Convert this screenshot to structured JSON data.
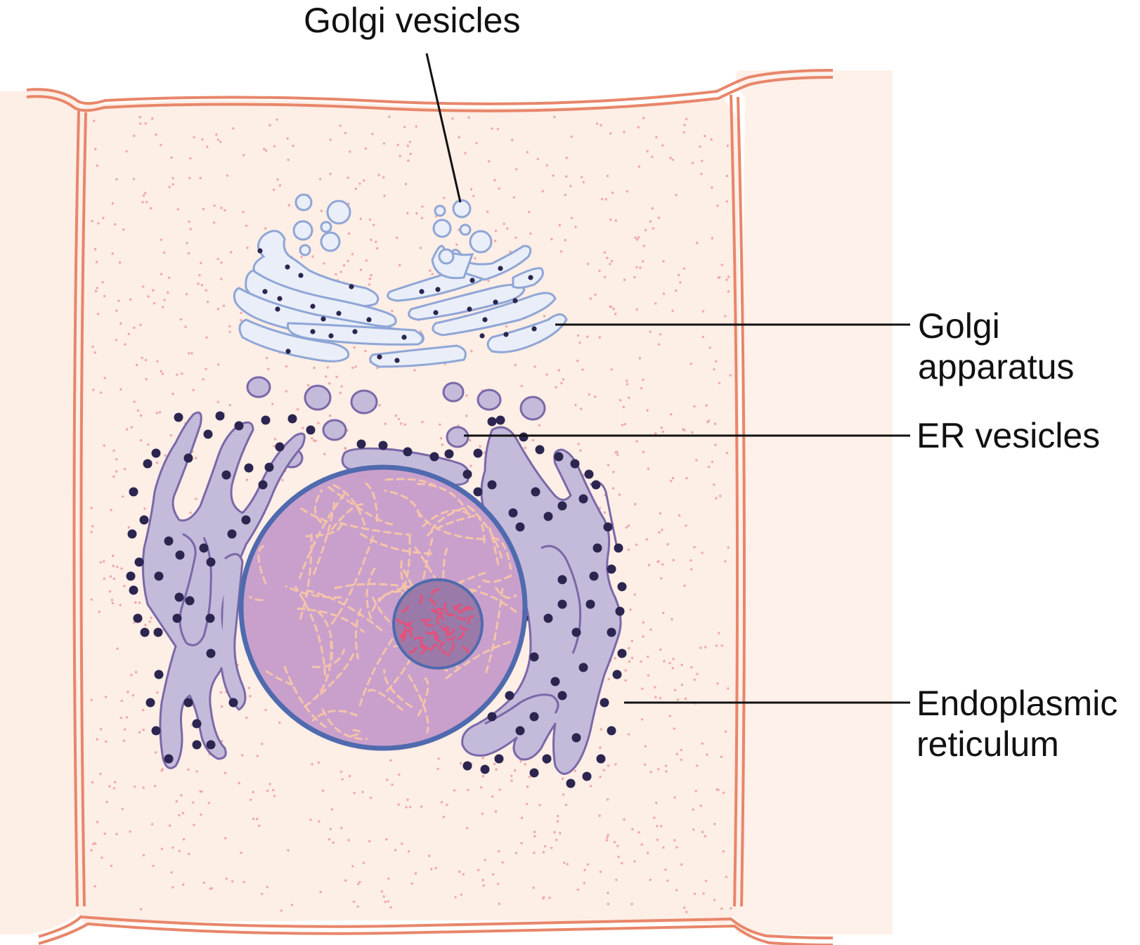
{
  "labels": {
    "golgi_vesicles": "Golgi vesicles",
    "golgi_apparatus_line1": "Golgi",
    "golgi_apparatus_line2": "apparatus",
    "er_vesicles": "ER vesicles",
    "er_line1": "Endoplasmic",
    "er_line2": "reticulum"
  },
  "colors": {
    "cell_membrane": "#e8866a",
    "cytoplasm": "#fdeee6",
    "cytoplasm_dots": "#f0a8a8",
    "golgi_fill": "#eaeef8",
    "golgi_outline": "#8fa6d6",
    "er_fill": "#c4bada",
    "er_outline": "#7a68a8",
    "ribosome": "#2b2550",
    "nucleus_fill": "#c9a0cc",
    "nuclear_envelope": "#4f6aae",
    "chromatin": "#f5c4a8",
    "nucleolus_fill": "#9a7aa8",
    "nucleolus_outline": "#4f6aae",
    "nucleolus_chromatin": "#e6507a",
    "leader_line": "#111111"
  },
  "icons": {
    "cell": "cell-diagram-icon"
  }
}
